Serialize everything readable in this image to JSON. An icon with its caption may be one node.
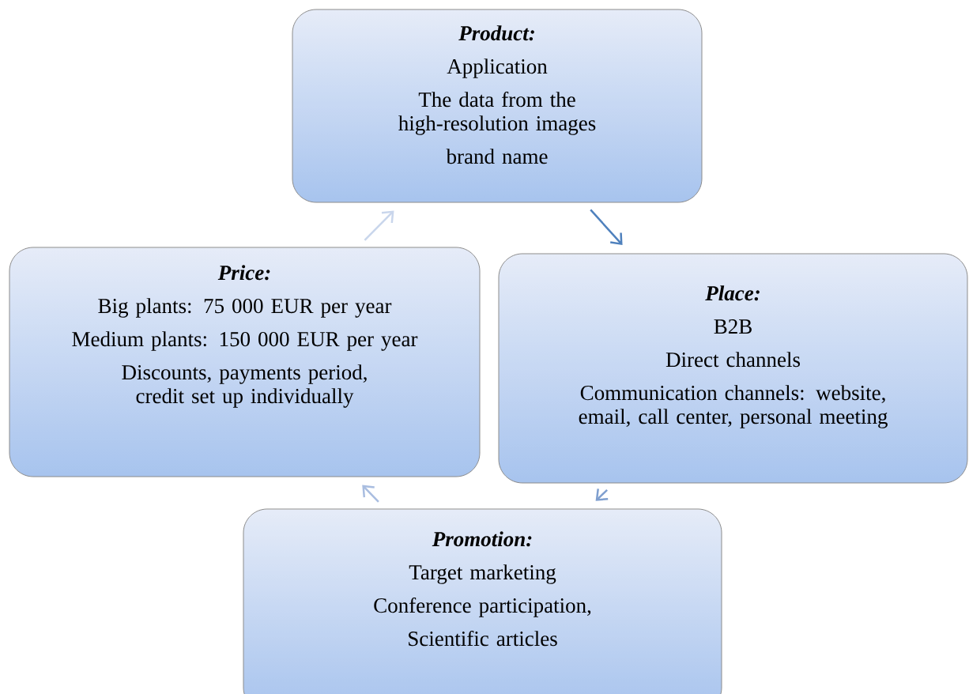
{
  "diagram": {
    "nodes": [
      {
        "text": [
          "Product:",
          "Application",
          "The data from the high-resolution images",
          "brand name"
        ]
      },
      {
        "text": [
          "Place:",
          "B2B",
          "Direct channels",
          "Communication channels: website, email, call center, personal meeting"
        ]
      },
      {
        "text": [
          "Promotion:",
          "Target marketing",
          "Conference participation,",
          "Scientific articles"
        ]
      },
      {
        "text": [
          "Price:",
          "Big plants: 75 000 EUR per year",
          "Medium plants: 150 000 EUR per year",
          "Discounts, payments period, credit set up individually"
        ]
      }
    ],
    "edges": [
      {
        "from": 0,
        "to": 1,
        "arrow": "to",
        "color": "#4f81bd"
      },
      {
        "from": 1,
        "to": 2,
        "arrow": "to",
        "color": "#7f9fcf"
      },
      {
        "from": 2,
        "to": 3,
        "arrow": "to",
        "color": "#a9bde0"
      },
      {
        "from": 3,
        "to": 0,
        "arrow": "to",
        "color": "#c9d6ec"
      }
    ]
  }
}
